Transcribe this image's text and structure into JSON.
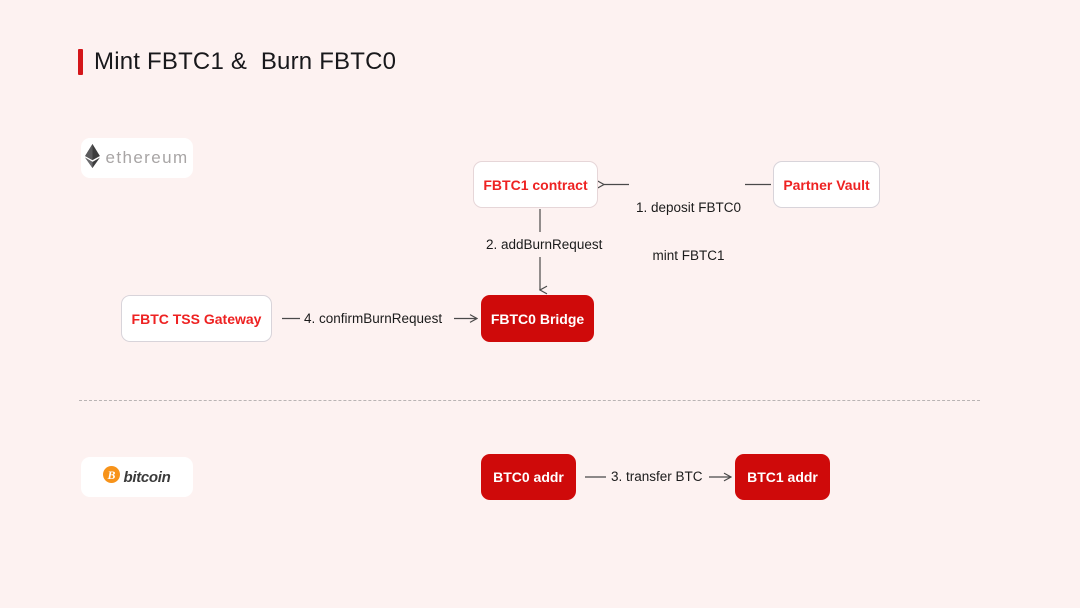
{
  "page": {
    "title": "Mint FBTC1 &  Burn FBTC0",
    "background_color": "#fdf2f1",
    "accent_color": "#d4161a"
  },
  "chains": {
    "ethereum": {
      "label": "ethereum",
      "icon": "ethereum-diamond-icon",
      "icon_color": "#3c3c3d"
    },
    "bitcoin": {
      "label": "bitcoin",
      "icon": "bitcoin-circle-icon",
      "icon_color": "#f7931a"
    }
  },
  "nodes": [
    {
      "id": "fbtc1-contract",
      "label": "FBTC1 contract",
      "style": "outline",
      "text_color": "#ee2222"
    },
    {
      "id": "partner-vault",
      "label": "Partner Vault",
      "style": "outline",
      "text_color": "#ee2222"
    },
    {
      "id": "tss-gateway",
      "label": "FBTC TSS Gateway",
      "style": "outline",
      "text_color": "#ee2222"
    },
    {
      "id": "fbtc0-bridge",
      "label": "FBTC0 Bridge",
      "style": "solid",
      "text_color": "#ffffff",
      "fill": "#cf0a0a"
    },
    {
      "id": "btc0-addr",
      "label": "BTC0 addr",
      "style": "solid",
      "text_color": "#ffffff",
      "fill": "#cf0a0a"
    },
    {
      "id": "btc1-addr",
      "label": "BTC1 addr",
      "style": "solid",
      "text_color": "#ffffff",
      "fill": "#cf0a0a"
    }
  ],
  "edges": {
    "step1": {
      "line1": "1. deposit FBTC0",
      "line2": "mint FBTC1",
      "from": "partner-vault",
      "to": "fbtc1-contract",
      "direction": "left"
    },
    "step2": {
      "label": "2. addBurnRequest",
      "from": "fbtc1-contract",
      "to": "fbtc0-bridge",
      "direction": "down"
    },
    "step3": {
      "label": "3. transfer BTC",
      "from": "btc0-addr",
      "to": "btc1-addr",
      "direction": "right"
    },
    "step4": {
      "label": "4. confirmBurnRequest",
      "from": "tss-gateway",
      "to": "fbtc0-bridge",
      "direction": "right"
    }
  },
  "divider": {
    "style": "dashed",
    "color": "#b9b4b4"
  }
}
